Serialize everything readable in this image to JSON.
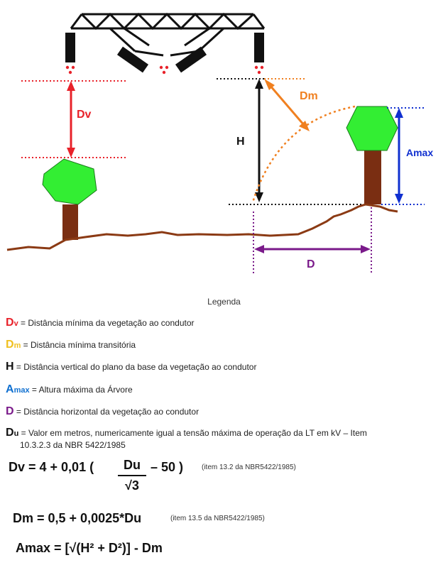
{
  "diagram": {
    "labels": {
      "dv": "Dv",
      "dm": "Dm",
      "h": "H",
      "amax": "Amax",
      "d": "D"
    },
    "colors": {
      "dv": "#e8222a",
      "dm": "#f08020",
      "h": "#111111",
      "amax": "#1030d0",
      "d": "#7a1a8a",
      "tree_crown": "#33ee33",
      "trunk": "#7a2e12",
      "ground": "#8b3a14",
      "conductor": "#e8222a"
    }
  },
  "legend": {
    "title": "Legenda",
    "items": [
      {
        "sym": "D",
        "sub": "v",
        "color": "#e8222a",
        "text": " = Distância mínima da vegetação  ao condutor"
      },
      {
        "sym": "D",
        "sub": "m",
        "color": "#f0c020",
        "text": " = Distância  mínima transitória"
      },
      {
        "sym": "H",
        "sub": "",
        "color": "#111111",
        "text": " = Distância vertical do plano da base da vegetação  ao condutor"
      },
      {
        "sym": "A",
        "sub": "max",
        "color": "#1070d0",
        "text": " = Altura máxima da Árvore"
      },
      {
        "sym": "D",
        "sub": "",
        "color": "#7a1a8a",
        "text": " = Distância horizontal da vegetação  ao condutor"
      },
      {
        "sym": "D",
        "sub": "u",
        "color": "#111111",
        "text": " = Valor em metros, numericamente igual a tensão máxima de operação  da LT em kV – Item"
      }
    ],
    "du_line2": "10.3.2.3 da NBR  5422/1985"
  },
  "formulas": {
    "dv_left": "Dv = 4 + 0,01 (",
    "dv_numerator": "Du",
    "dv_denominator": "√3",
    "dv_right": "– 50 )",
    "dv_ref": "(item 13.2 da NBR5422/1985)",
    "dm_main": "Dm = 0,5 + 0,0025*Du",
    "dm_ref": "(item 13.5 da NBR5422/1985)",
    "amax_main": "Amax = [√(H² + D²)] - Dm"
  }
}
